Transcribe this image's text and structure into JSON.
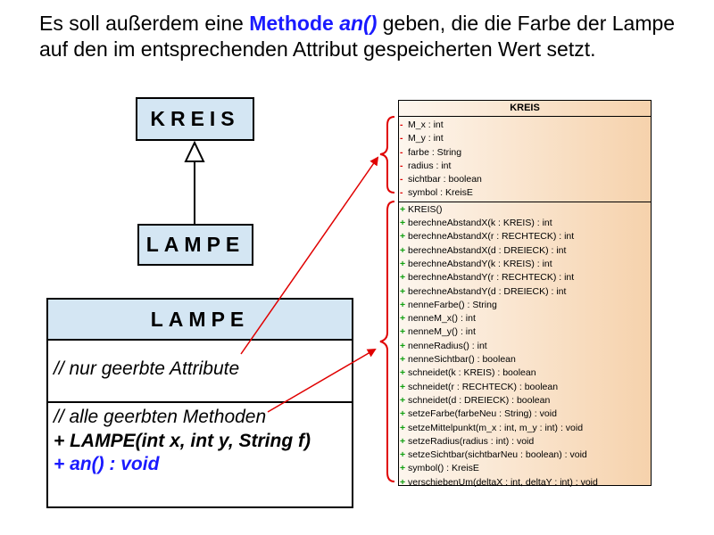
{
  "heading": {
    "part1": "Es soll außerdem eine ",
    "keyword": "Methode",
    "space": " ",
    "method": "an()",
    "part2": " geben, die die Farbe der Lampe auf den im entsprechenden Attribut gespeicherten Wert setzt."
  },
  "kreis_box": {
    "label": "KREIS"
  },
  "lampe_box": {
    "label": "LAMPE"
  },
  "lampe_class": {
    "title": "LAMPE",
    "attributes_comment": "// nur geerbte Attribute",
    "methods_comment": "// alle geerbten Methoden",
    "constructor": "+ LAMPE(int x, int y, String f)",
    "new_method": "+ an() :  void"
  },
  "kreis_uml": {
    "title": "KREIS",
    "attributes": [
      "M_x : int",
      "M_y : int",
      "farbe : String",
      "radius : int",
      "sichtbar : boolean",
      "symbol : KreisE"
    ],
    "methods": [
      "KREIS()",
      "berechneAbstandX(k : KREIS) : int",
      "berechneAbstandX(r : RECHTECK) : int",
      "berechneAbstandX(d : DREIECK) : int",
      "berechneAbstandY(k : KREIS) : int",
      "berechneAbstandY(r : RECHTECK) : int",
      "berechneAbstandY(d : DREIECK) : int",
      "nenneFarbe() : String",
      "nenneM_x() : int",
      "nenneM_y() : int",
      "nenneRadius() : int",
      "nenneSichtbar() : boolean",
      "schneidet(k : KREIS) : boolean",
      "schneidet(r : RECHTECK) : boolean",
      "schneidet(d : DREIECK) : boolean",
      "setzeFarbe(farbeNeu : String) : void",
      "setzeMittelpunkt(m_x : int, m_y : int) : void",
      "setzeRadius(radius : int) : void",
      "setzeSichtbar(sichtbarNeu : boolean) : void",
      "symbol() : KreisE",
      "verschiebenUm(deltaX : int, deltaY : int) : void"
    ]
  },
  "colors": {
    "class_fill": "#d4e6f3",
    "keyword_blue": "#1a1aff",
    "arrow_red": "#e00000",
    "private_marker": "#e00000",
    "public_marker": "#10a010"
  }
}
